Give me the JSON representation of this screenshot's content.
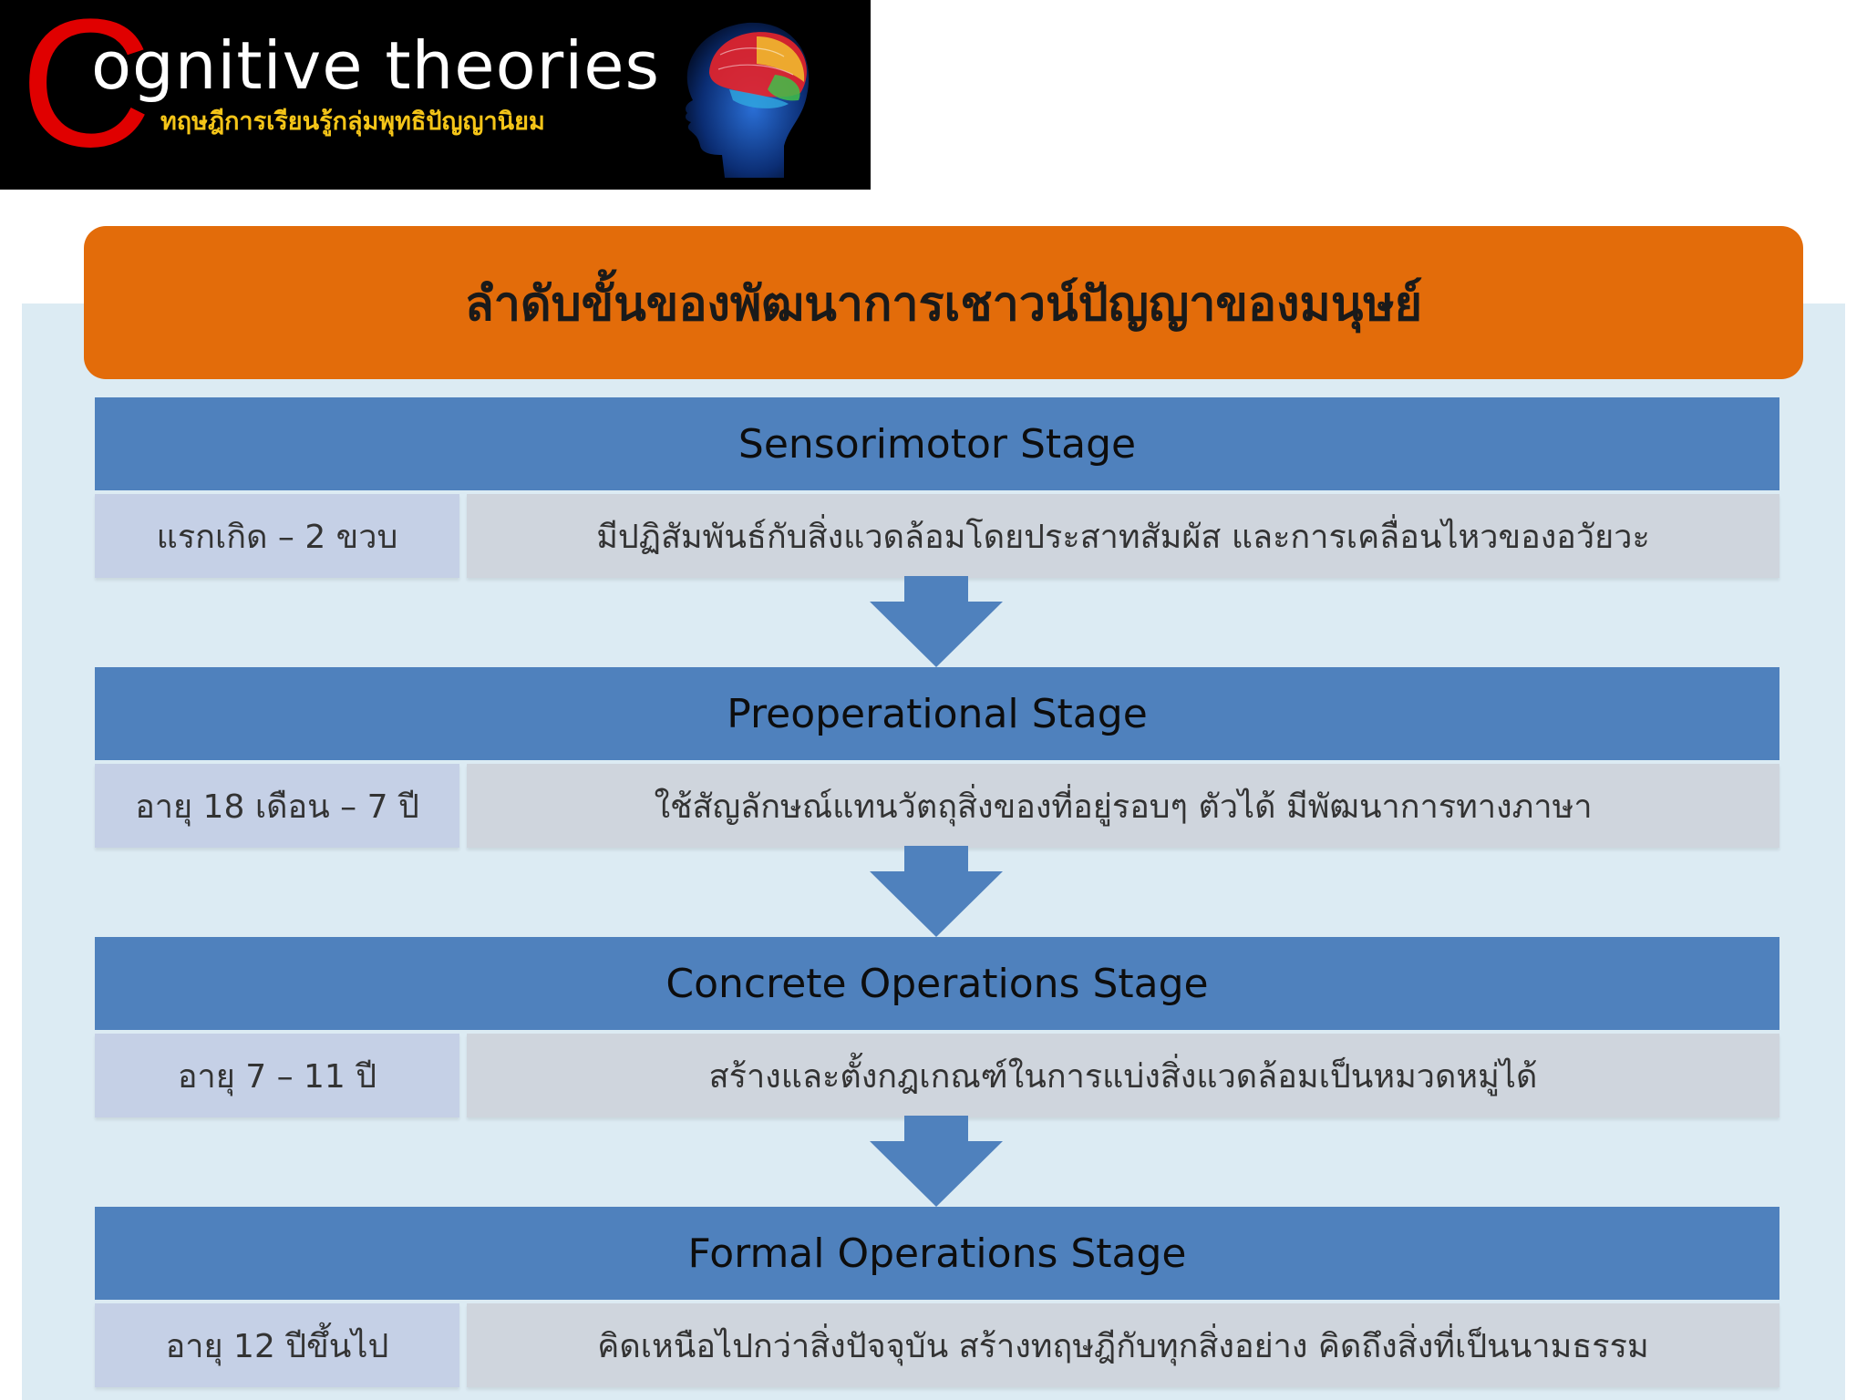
{
  "header": {
    "title_initial": "C",
    "title_rest": "ognitive theories",
    "subtitle": "ทฤษฎีการเรียนรู้กลุ่มพุทธิปัญญานิยม",
    "image_icon": "brain-head-icon"
  },
  "main": {
    "heading": "ลำดับขั้นของพัฒนาการเชาวน์ปัญญาของมนุษย์",
    "stages": [
      {
        "name": "Sensorimotor Stage",
        "age": "แรกเกิด – 2 ขวบ",
        "description": "มีปฏิสัมพันธ์กับสิ่งแวดล้อมโดยประสาทสัมผัส และการเคลื่อนไหวของอวัยวะ"
      },
      {
        "name": "Preoperational Stage",
        "age": "อายุ 18 เดือน – 7 ปี",
        "description": "ใช้สัญลักษณ์แทนวัตถุสิ่งของที่อยู่รอบๆ ตัวได้ มีพัฒนาการทางภาษา"
      },
      {
        "name": "Concrete Operations Stage",
        "age": "อายุ 7 – 11 ปี",
        "description": "สร้างและตั้งกฎเกณฑ์ในการแบ่งสิ่งแวดล้อมเป็นหมวดหมู่ได้"
      },
      {
        "name": "Formal Operations Stage",
        "age": "อายุ 12 ปีขึ้นไป",
        "description": "คิดเหนือไปกว่าสิ่งปัจจุบัน สร้างทฤษฎีกับทุกสิ่งอย่าง คิดถึงสิ่งที่เป็นนามธรรม"
      }
    ]
  },
  "colors": {
    "heading_bg": "#e36c0a",
    "stage_header_bg": "#4f81bd",
    "age_cell_bg": "#c5d0e6",
    "desc_cell_bg": "#cfd5dd",
    "panel_bg": "#dcebf3",
    "arrow": "#4f81bd",
    "title_c": "#e00000",
    "subtitle": "#f5c518"
  }
}
